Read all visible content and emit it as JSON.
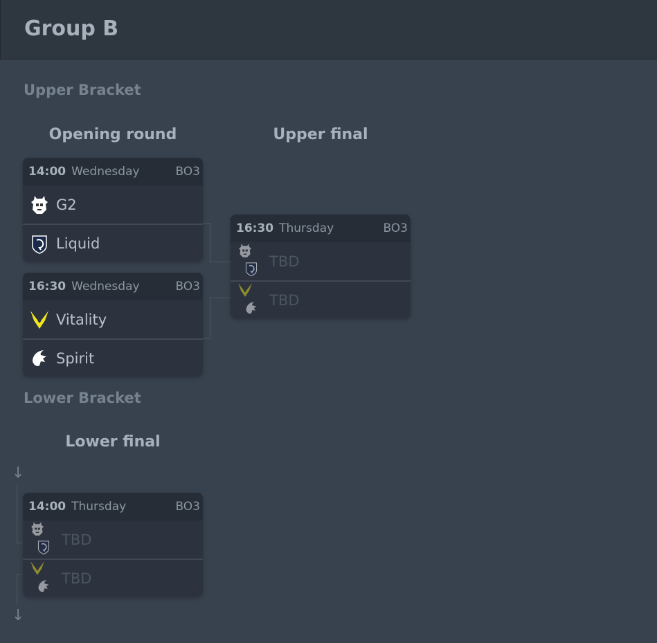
{
  "header": {
    "title": "Group B"
  },
  "upper": {
    "title": "Upper Bracket",
    "rounds": [
      "Opening round",
      "Upper final"
    ],
    "matches": [
      {
        "time": "14:00",
        "day": "Wednesday",
        "format": "BO3",
        "teams": [
          "G2",
          "Liquid"
        ]
      },
      {
        "time": "16:30",
        "day": "Wednesday",
        "format": "BO3",
        "teams": [
          "Vitality",
          "Spirit"
        ]
      },
      {
        "time": "16:30",
        "day": "Thursday",
        "format": "BO3",
        "teams": [
          "TBD",
          "TBD"
        ]
      }
    ]
  },
  "lower": {
    "title": "Lower Bracket",
    "rounds": [
      "Lower final"
    ],
    "matches": [
      {
        "time": "14:00",
        "day": "Thursday",
        "format": "BO3",
        "teams": [
          "TBD",
          "TBD"
        ]
      }
    ]
  },
  "colors": {
    "vitality": "#f2e51f",
    "liquid": "#1b2a4a",
    "g2": "#ffffff"
  }
}
